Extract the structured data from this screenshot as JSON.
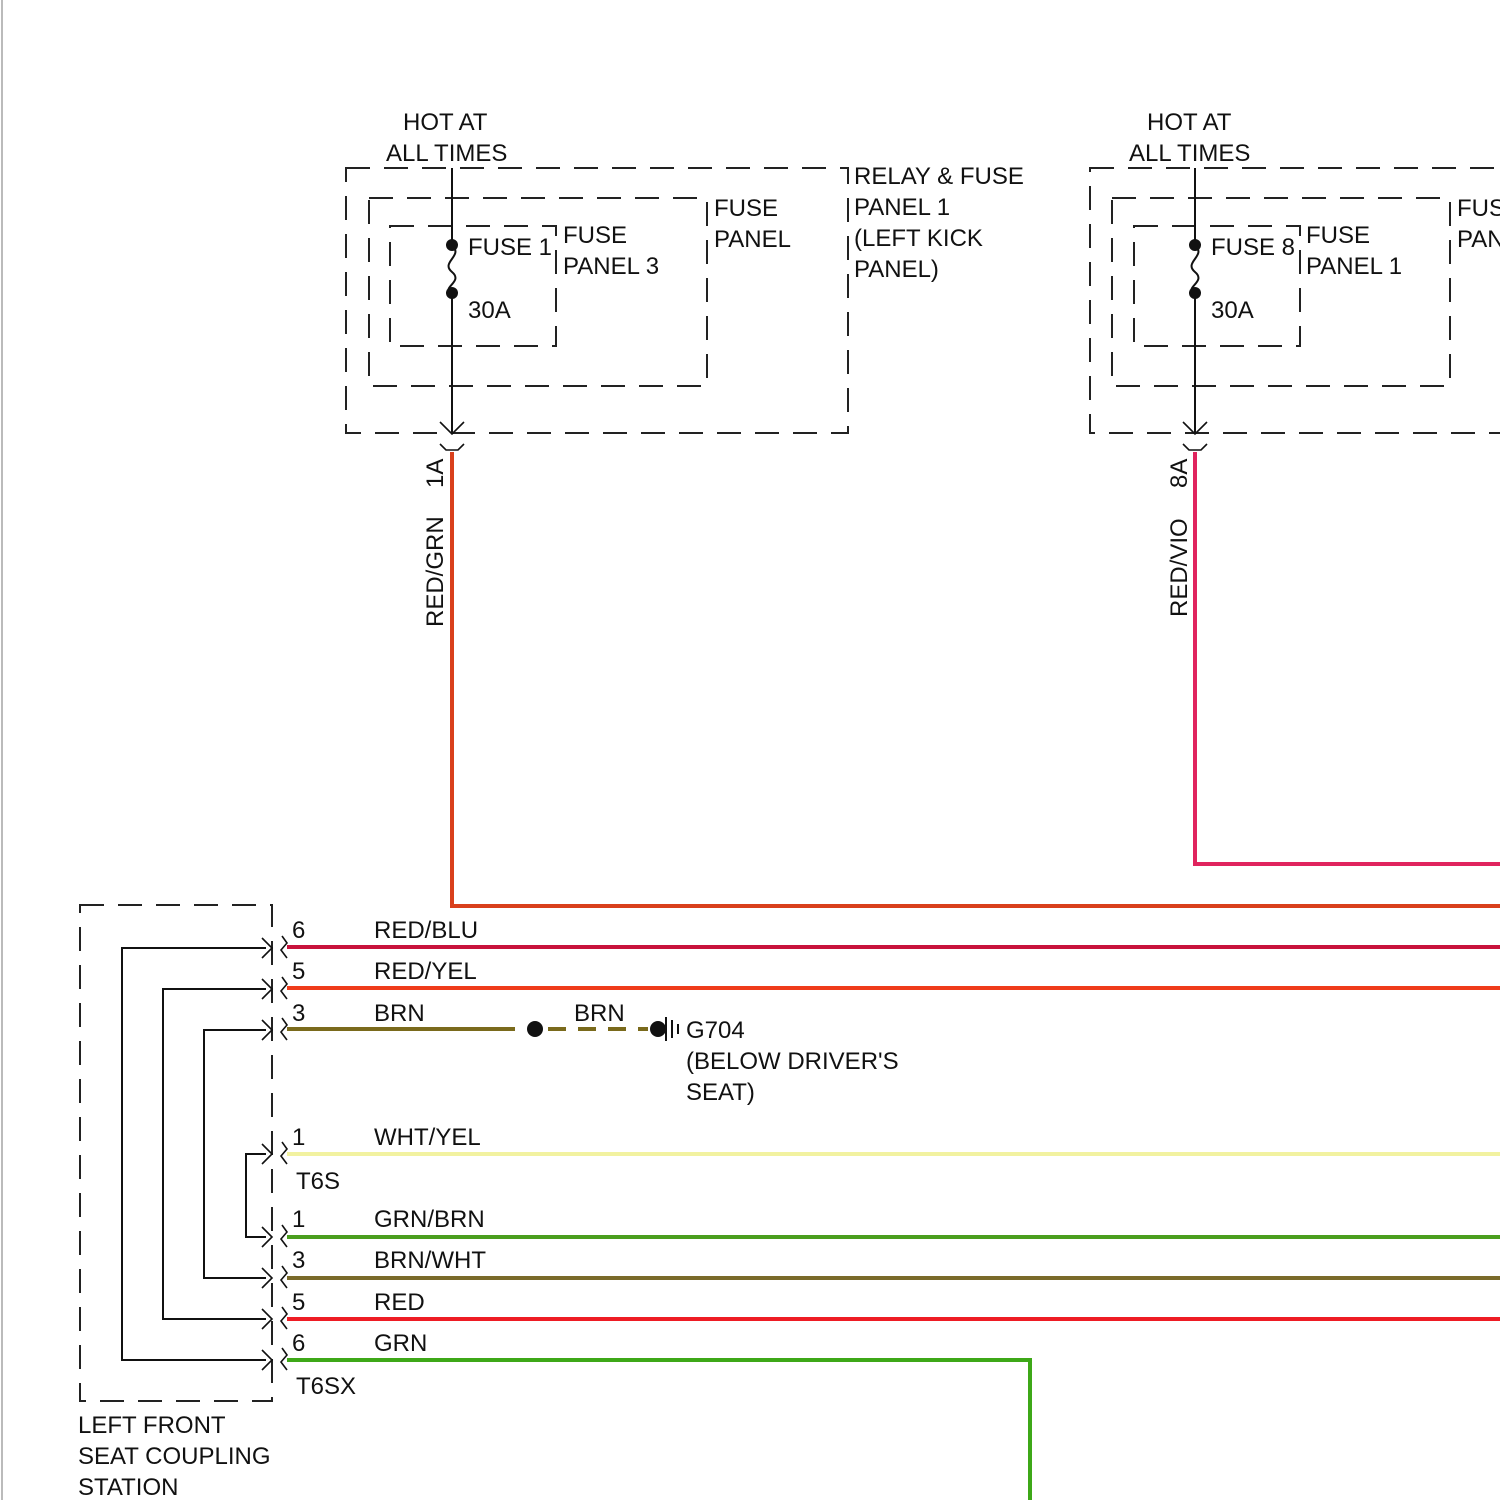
{
  "colors": {
    "red_grn": "#d9401c",
    "red_grn_edge": "#5aa02a",
    "red_vio": "#e0245e",
    "red_blu": "#c8123c",
    "red_yel": "#ef3b1a",
    "brn": "#7a6a1c",
    "wht_yel": "#f2f2a0",
    "grn_brn": "#4a9e1e",
    "brn_wht": "#7a6a2a",
    "red": "#ee1c24",
    "grn": "#3ea818"
  },
  "panel_left": {
    "hot_line1": "HOT AT",
    "hot_line2": "ALL TIMES",
    "fuse_name": "FUSE 1",
    "fuse_rating": "30A",
    "inner_panel": [
      "FUSE",
      "PANEL 3"
    ],
    "middle_panel": [
      "FUSE",
      "PANEL"
    ],
    "outer_panel": [
      "RELAY & FUSE",
      "PANEL 1",
      "(LEFT KICK",
      "PANEL)"
    ],
    "pin": "1A",
    "wire_color": "RED/GRN"
  },
  "panel_right": {
    "hot_line1": "HOT AT",
    "hot_line2": "ALL TIMES",
    "fuse_name": "FUSE 8",
    "fuse_rating": "30A",
    "inner_panel": [
      "FUSE",
      "PANEL 1"
    ],
    "middle_panel": [
      "FUS",
      "PAN"
    ],
    "pin": "8A",
    "wire_color": "RED/VIO"
  },
  "connector_t6s": {
    "name": "T6S",
    "pins": [
      {
        "pin": "6",
        "wire": "RED/BLU"
      },
      {
        "pin": "5",
        "wire": "RED/YEL"
      },
      {
        "pin": "3",
        "wire": "BRN"
      },
      {
        "pin": "1",
        "wire": "WHT/YEL"
      }
    ]
  },
  "connector_t6sx": {
    "name": "T6SX",
    "pins": [
      {
        "pin": "1",
        "wire": "GRN/BRN"
      },
      {
        "pin": "3",
        "wire": "BRN/WHT"
      },
      {
        "pin": "5",
        "wire": "RED"
      },
      {
        "pin": "6",
        "wire": "GRN"
      }
    ]
  },
  "ground": {
    "wire": "BRN",
    "id": "G704",
    "location_line1": "(BELOW DRIVER'S",
    "location_line2": "SEAT)"
  },
  "station_label": [
    "LEFT FRONT",
    "SEAT COUPLING",
    "STATION"
  ]
}
